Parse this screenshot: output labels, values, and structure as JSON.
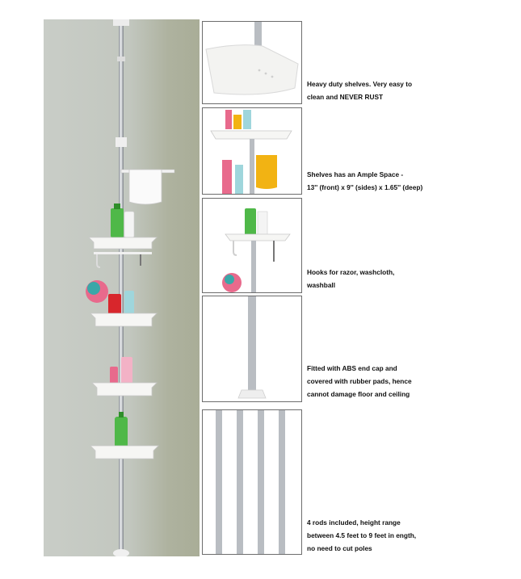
{
  "captions": {
    "c1": "Heavy duty shelves. Very easy to\nclean and NEVER RUST",
    "c2": "Shelves has an Ample Space -\n13'' (front) x 9'' (sides) x 1.65'' (deep)",
    "c3": "Hooks for razor, washcloth,\nwashball",
    "c4": "Fitted with ABS end cap and\ncovered with rubber pads, hence\ncannot damage floor and ceiling",
    "c5": "4 rods included, height range\nbetween 4.5 feet to 9 feet in ength,\nno need to cut poles"
  },
  "colors": {
    "wall": "#c4c8c0",
    "pole": "#b9bdc2",
    "shelf": "#f6f6f4",
    "bottle_green": "#4fb848",
    "bottle_pink": "#e86a8c",
    "bottle_red": "#d8262c",
    "washball": "#3aa7a8",
    "towel_yellow": "#f2b313",
    "border": "#6d6d6d"
  }
}
